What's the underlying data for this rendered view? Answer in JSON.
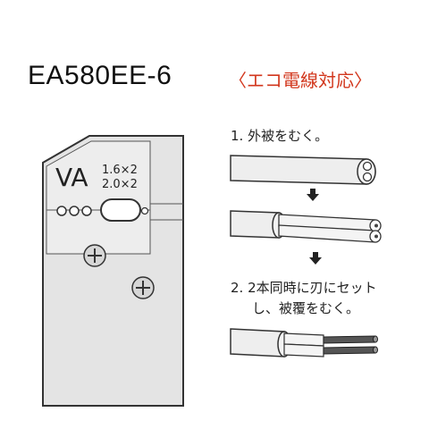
{
  "model": "EA580EE-6",
  "eco_label": "〈エコ電線対応〉",
  "tool": {
    "blade_type": "VA",
    "size_1": "1.6×2",
    "size_2": "2.0×2"
  },
  "steps": {
    "step1": "1. 外被をむく。",
    "step2_line1": "2. 2本同時に刃にセット",
    "step2_line2": "し、被覆をむく。"
  },
  "colors": {
    "outline": "#333333",
    "tool_fill": "#e4e4e4",
    "cable_fill": "#eeeeee",
    "accent": "#d2371d"
  }
}
